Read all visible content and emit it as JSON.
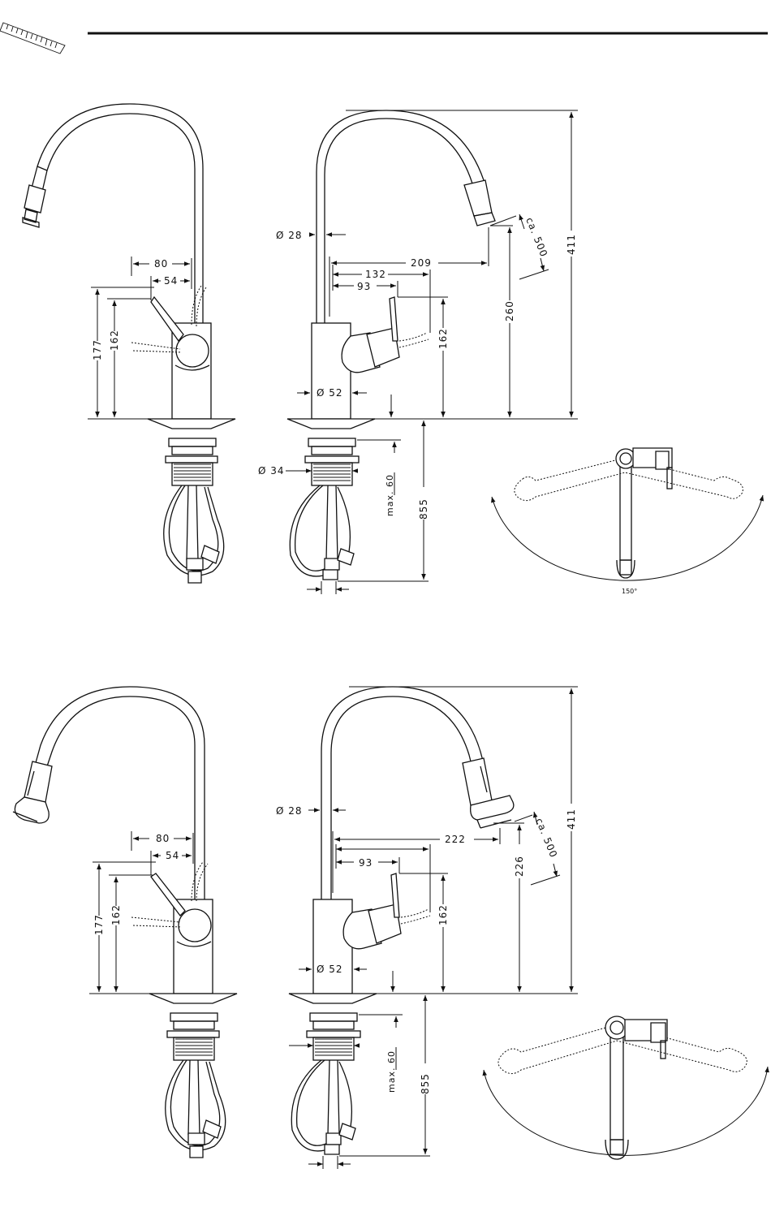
{
  "header": {
    "ruler_icon": "ruler-icon"
  },
  "upper": {
    "side": {
      "d80": "80",
      "d54": "54",
      "h177": "177",
      "h162": "162"
    },
    "front": {
      "dia28": "Ø 28",
      "d209": "209",
      "d132": "132",
      "d93": "93",
      "ca500": "ca. 500",
      "h260": "260",
      "h411": "411",
      "h162": "162",
      "dia52": "Ø 52",
      "dia34": "Ø 34",
      "max60": "max. 60",
      "h855": "855"
    },
    "top": {
      "angle": "150°"
    }
  },
  "lower": {
    "side": {
      "d80": "80",
      "d54": "54",
      "h177": "177",
      "h162": "162"
    },
    "front": {
      "dia28": "Ø 28",
      "d222": "222",
      "d93": "93",
      "ca500": "ca. 500",
      "h226": "226",
      "h411": "411",
      "h162": "162",
      "dia52": "Ø 52",
      "max60": "max. 60",
      "h855": "855"
    }
  }
}
